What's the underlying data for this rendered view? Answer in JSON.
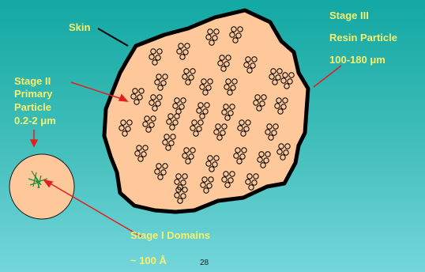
{
  "labels": {
    "skin": "Skin",
    "stage3_line1": "Stage III",
    "stage3_line2": "Resin Particle",
    "stage3_line3": "100-180 μm",
    "stage2_line1": "Stage II",
    "stage2_line2": "Primary",
    "stage2_line3": "Particle",
    "stage2_line4": "0.2-2 μm",
    "stage1_line1": "Stage I Domains",
    "stage1_line2": "~ 100 Å"
  },
  "page_number": "28",
  "colors": {
    "resin_fill": "#ffc89a",
    "skin_outline": "#000000",
    "label": "#f8ef6a",
    "arrow": "#e02020",
    "domain_fiber": "#1a8c3a"
  }
}
